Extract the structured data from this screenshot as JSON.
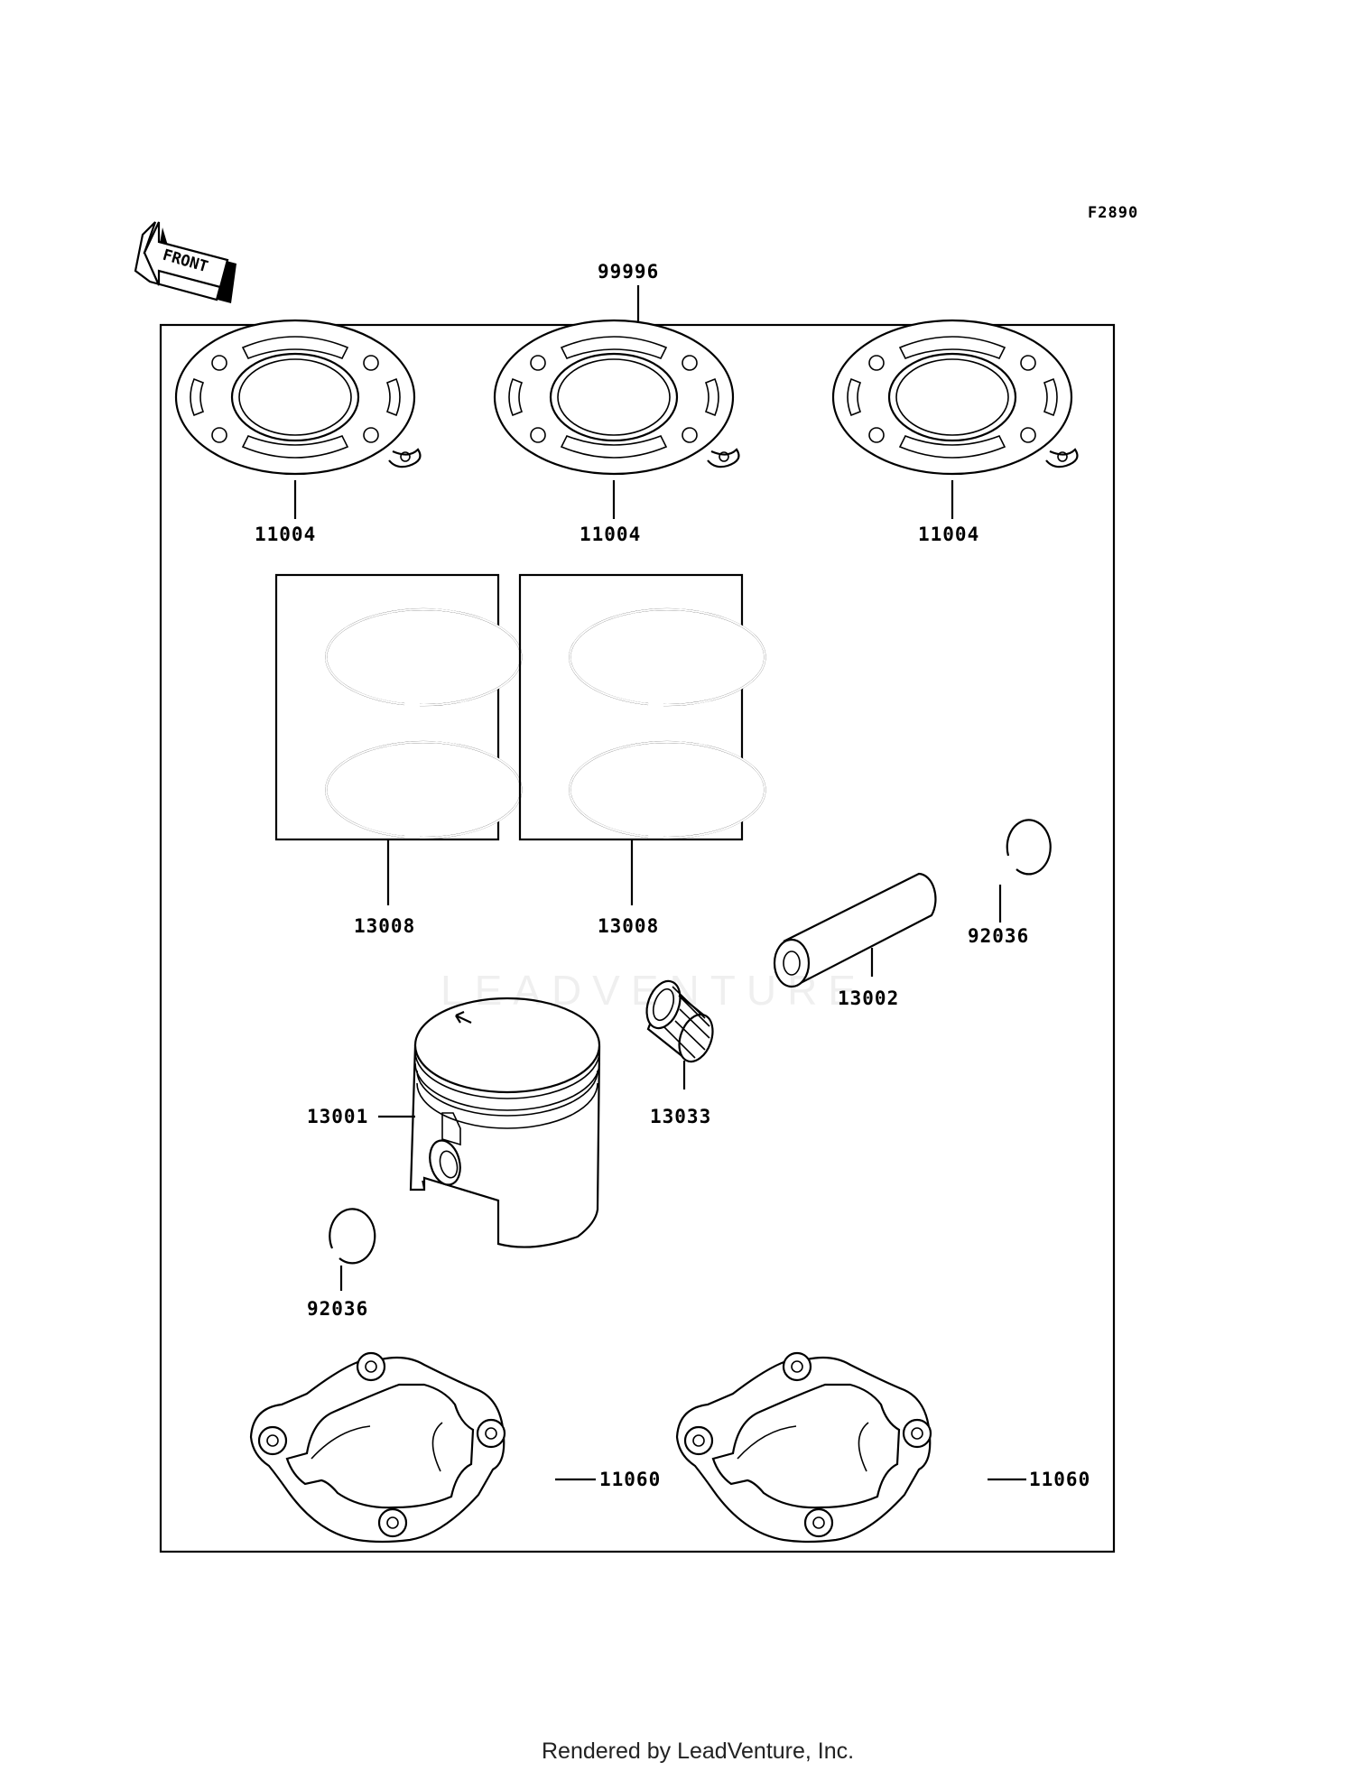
{
  "figure_ref": "F2890",
  "orientation_label": "FRONT",
  "watermark": "LEADVENTURE",
  "footer": "Rendered by LeadVenture, Inc.",
  "parts": {
    "kit": "99996",
    "head_gasket_1": "11004",
    "head_gasket_2": "11004",
    "head_gasket_3": "11004",
    "ring_set_1": "13008",
    "ring_set_2": "13008",
    "clip_1": "92036",
    "piston_pin": "13002",
    "needle_bearing": "13033",
    "piston": "13001",
    "clip_2": "92036",
    "base_gasket_1": "11060",
    "base_gasket_2": "11060"
  }
}
